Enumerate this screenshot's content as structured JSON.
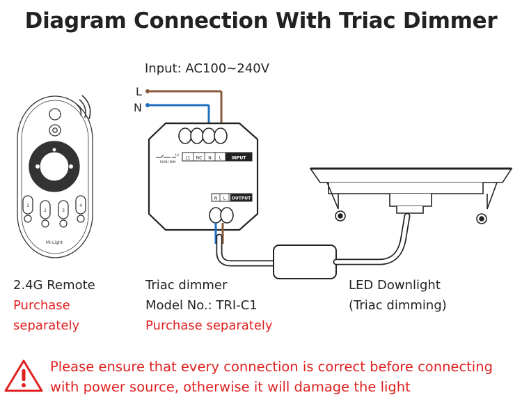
{
  "title": "Diagram Connection With Triac Dimmer",
  "input_label": "Input: AC100~240V",
  "wires": {
    "live": "L",
    "neutral": "N"
  },
  "remote": {
    "name": "2.4G Remote",
    "note_line1": "Purchase",
    "note_line2": "separately",
    "brand": "Mi-Light",
    "keys": [
      "1",
      "2",
      "3",
      "4"
    ]
  },
  "dimmer": {
    "name": "Triac dimmer",
    "model": "Model No.: TRI-C1",
    "note": "Purchase separately",
    "push_dim": "PUSH DIM",
    "l1_small": "L1",
    "terminals_input": [
      "L1",
      "NC",
      "N",
      "L"
    ],
    "input_tag": "INPUT",
    "terminals_output": [
      "N",
      "L"
    ],
    "output_tag": "OUTPUT"
  },
  "downlight": {
    "name": "LED Downlight",
    "mode": "(Triac dimming)"
  },
  "warning": {
    "line1": "Please ensure that every connection is correct before connecting",
    "line2": "with power source, otherwise it will damage the light"
  },
  "colors": {
    "live_wire": "#8a5a3a",
    "neutral_wire": "#1f6fc0",
    "warning": "#e02020"
  }
}
